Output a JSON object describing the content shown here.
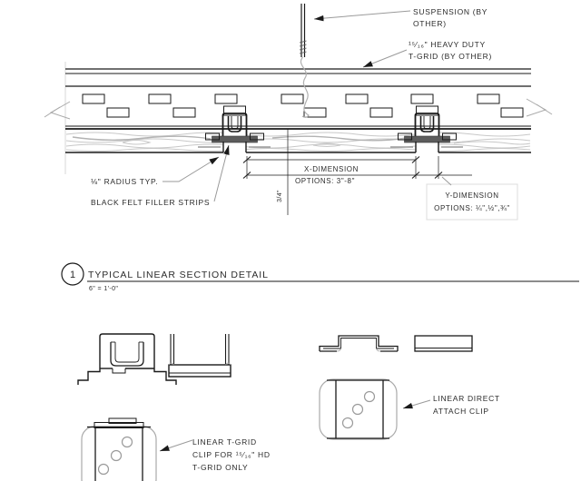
{
  "section_detail": {
    "number": "1",
    "title": "TYPICAL LINEAR SECTION DETAIL",
    "scale": "6\" = 1'-0\"",
    "labels": {
      "suspension_line1": "SUSPENSION (BY",
      "suspension_line2": "OTHER)",
      "tgrid_line1": "¹⁵⁄₁₆\" HEAVY DUTY",
      "tgrid_line2": "T-GRID (BY OTHER)",
      "radius": "⅛\" RADIUS TYP.",
      "felt_strips": "BLACK FELT FILLER STRIPS",
      "x_dim_line1": "X-DIMENSION",
      "x_dim_line2": "OPTIONS: 3\"-8\"",
      "y_dim_line1": "Y-DIMENSION",
      "y_dim_line2": "OPTIONS: ¼\",½\",¾\"",
      "plank_thickness": "3/4\""
    }
  },
  "clip_details": {
    "tgrid_clip_line1": "LINEAR T-GRID",
    "tgrid_clip_line2": "CLIP FOR ¹⁵⁄₁₆\" HD",
    "tgrid_clip_line3": "T-GRID ONLY",
    "direct_clip_line1": "LINEAR DIRECT",
    "direct_clip_line2": "ATTACH CLIP"
  },
  "colors": {
    "line": "#1a1a1a",
    "wood_grain": "#c8c8c8",
    "felt_strip": "#5c5c5c",
    "leader": "#9a9a9a",
    "background": "#ffffff"
  }
}
